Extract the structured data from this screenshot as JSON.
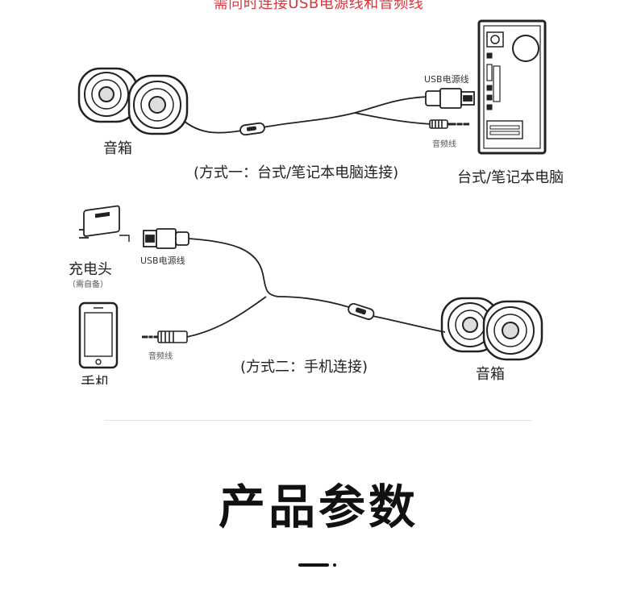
{
  "header": {
    "note": "需同时连接USB电源线和音频线"
  },
  "method1": {
    "speaker_label": "音箱",
    "usb_label": "USB电源线",
    "audio_label": "音频线",
    "caption": "(方式一：台式/笔记本电脑连接)",
    "pc_label": "台式/笔记本电脑"
  },
  "method2": {
    "charger_label": "充电头",
    "charger_note": "（需自备）",
    "usb_label": "USB电源线",
    "phone_label": "手机",
    "audio_label": "音频线",
    "caption": "(方式二：手机连接)",
    "speaker_label": "音箱"
  },
  "section": {
    "title": "产品参数"
  }
}
